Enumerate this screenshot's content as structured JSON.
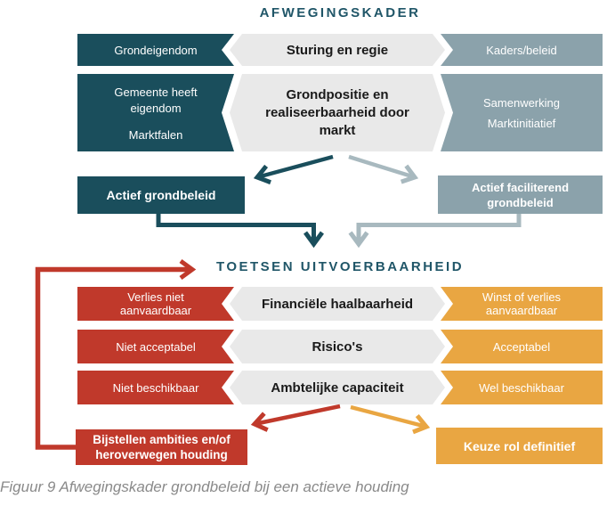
{
  "palette": {
    "teal": "#1a4e5c",
    "title_teal": "#205668",
    "blue_gray": "#8ba2ab",
    "light_gray": "#e9e9e9",
    "red": "#c0392b",
    "orange": "#e9a642",
    "arrow_gray": "#a8b9bf",
    "caption_gray": "#8a8a8a",
    "mid_text": "#1a1a1a"
  },
  "titles": {
    "top": "AFWEGINGSKADER",
    "middle": "TOETSEN UITVOERBAARHEID"
  },
  "s1": {
    "row1": {
      "left": "Grondeigendom",
      "mid": "Sturing en regie",
      "right": "Kaders/beleid"
    },
    "row2": {
      "left1": "Gemeente heeft eigendom",
      "left2": "Marktfalen",
      "mid": "Grondpositie en realiseerbaarheid door markt",
      "right1": "Samenwerking",
      "right2": "Marktinitiatief"
    },
    "left_box": "Actief grondbeleid",
    "right_box": "Actief faciliterend grondbeleid"
  },
  "s2": {
    "row1": {
      "left": "Verlies niet aanvaardbaar",
      "mid": "Financiële haalbaarheid",
      "right": "Winst of verlies aanvaardbaar"
    },
    "row2": {
      "left": "Niet acceptabel",
      "mid": "Risico's",
      "right": "Acceptabel"
    },
    "row3": {
      "left": "Niet beschikbaar",
      "mid": "Ambtelijke capaciteit",
      "right": "Wel beschikbaar"
    },
    "left_box": "Bijstellen ambities en/of heroverwegen houding",
    "right_box": "Keuze rol definitief"
  },
  "caption": "Figuur 9 Afwegingskader grondbeleid bij een actieve houding"
}
